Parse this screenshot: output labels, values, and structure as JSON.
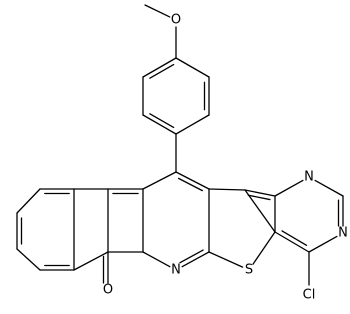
{
  "molecule": {
    "atoms": [
      {
        "id": "O_Me",
        "label": "O",
        "name": "methoxy-oxygen-label"
      },
      {
        "id": "N_top",
        "label": "N",
        "name": "pyrimidine-nitrogen-top-label"
      },
      {
        "id": "N_bot",
        "label": "N",
        "name": "pyrimidine-nitrogen-bottom-label"
      },
      {
        "id": "N_py",
        "label": "N",
        "name": "pyridine-nitrogen-label"
      },
      {
        "id": "S",
        "label": "S",
        "name": "thiophene-sulfur-label"
      },
      {
        "id": "O_k",
        "label": "O",
        "name": "ketone-oxygen-label"
      },
      {
        "id": "Cl",
        "label": "Cl",
        "name": "chlorine-label"
      }
    ]
  }
}
